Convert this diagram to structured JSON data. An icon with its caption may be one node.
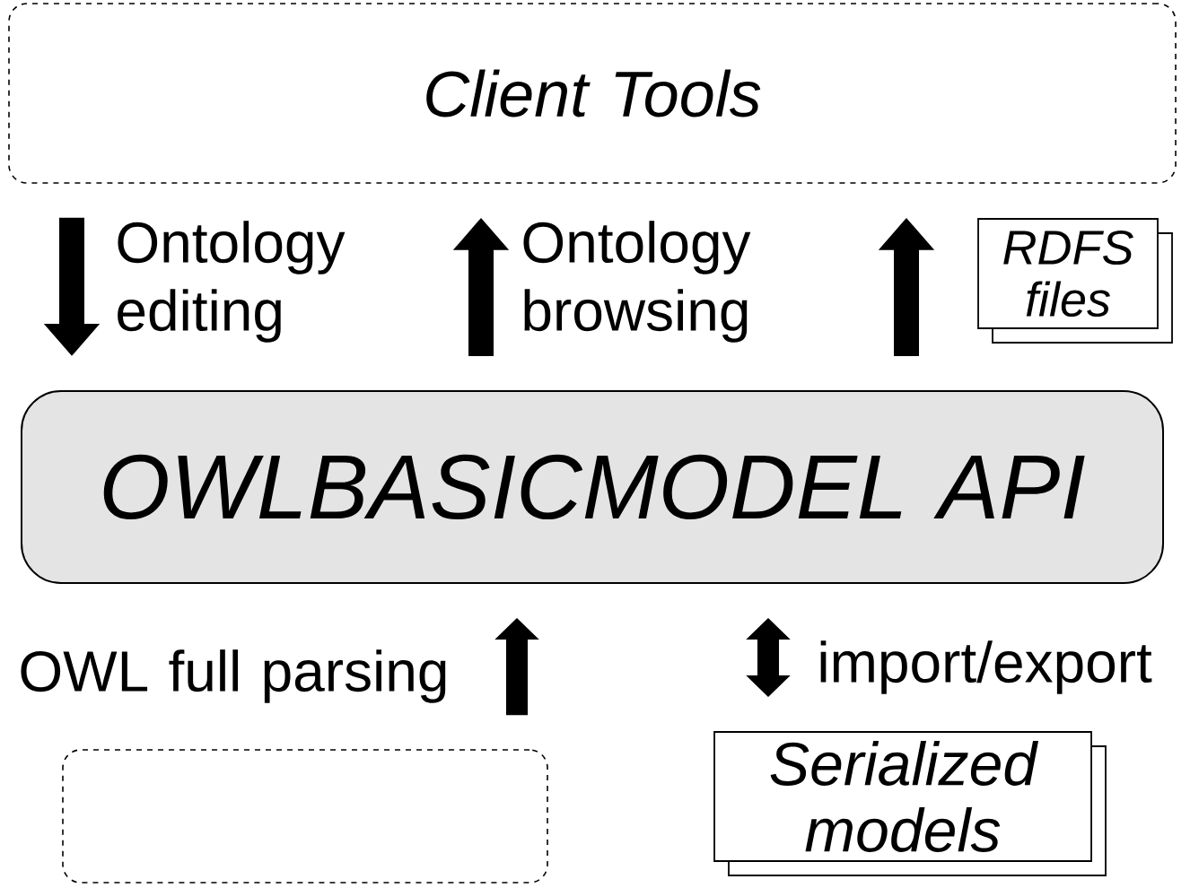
{
  "diagram": {
    "nodes": [
      {
        "text": [
          "Client Tools"
        ]
      },
      {
        "text": [
          "RDFS files"
        ]
      },
      {
        "text": [
          "OWLBASICMODEL API"
        ]
      },
      {
        "text": [],
        "shape": "box"
      },
      {
        "text": [
          "Serialized models"
        ]
      }
    ],
    "edges": [
      {
        "from": 0,
        "to": 2,
        "arrow": "to",
        "label": "Ontology editing"
      },
      {
        "from": 2,
        "to": 0,
        "arrow": "to",
        "label": "Ontology browsing"
      },
      {
        "from": 2,
        "to": 0,
        "arrow": "to"
      },
      {
        "from": 3,
        "to": 2,
        "arrow": "to",
        "label": "OWL full parsing"
      },
      {
        "from": 2,
        "to": 4,
        "arrow": "both",
        "label": "import/export"
      }
    ]
  }
}
